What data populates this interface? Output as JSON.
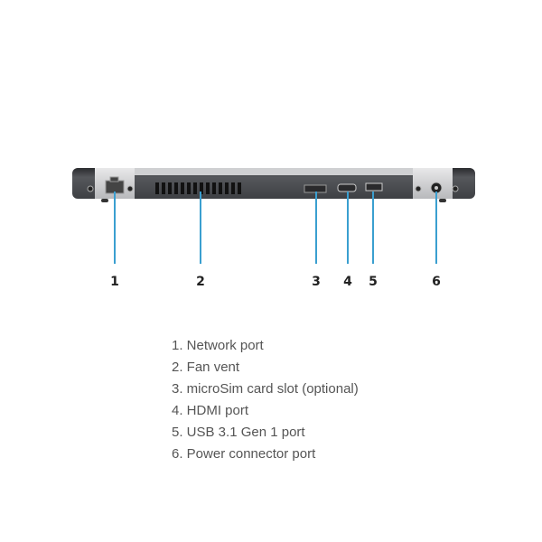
{
  "callouts": [
    {
      "number": "1",
      "label": "Network port"
    },
    {
      "number": "2",
      "label": "Fan vent"
    },
    {
      "number": "3",
      "label": "microSim card slot (optional)"
    },
    {
      "number": "4",
      "label": "HDMI port"
    },
    {
      "number": "5",
      "label": "USB 3.1 Gen 1 port"
    },
    {
      "number": "6",
      "label": "Power connector port"
    }
  ],
  "legend": [
    "1. Network port",
    "2. Fan vent",
    "3. microSim card slot (optional)",
    "4. HDMI port",
    "5. USB 3.1 Gen 1 port",
    "6. Power connector port"
  ],
  "colors": {
    "callout_line": "#3a9fd0",
    "body": "#4a4c50",
    "hinge": "#cfd0d2"
  }
}
